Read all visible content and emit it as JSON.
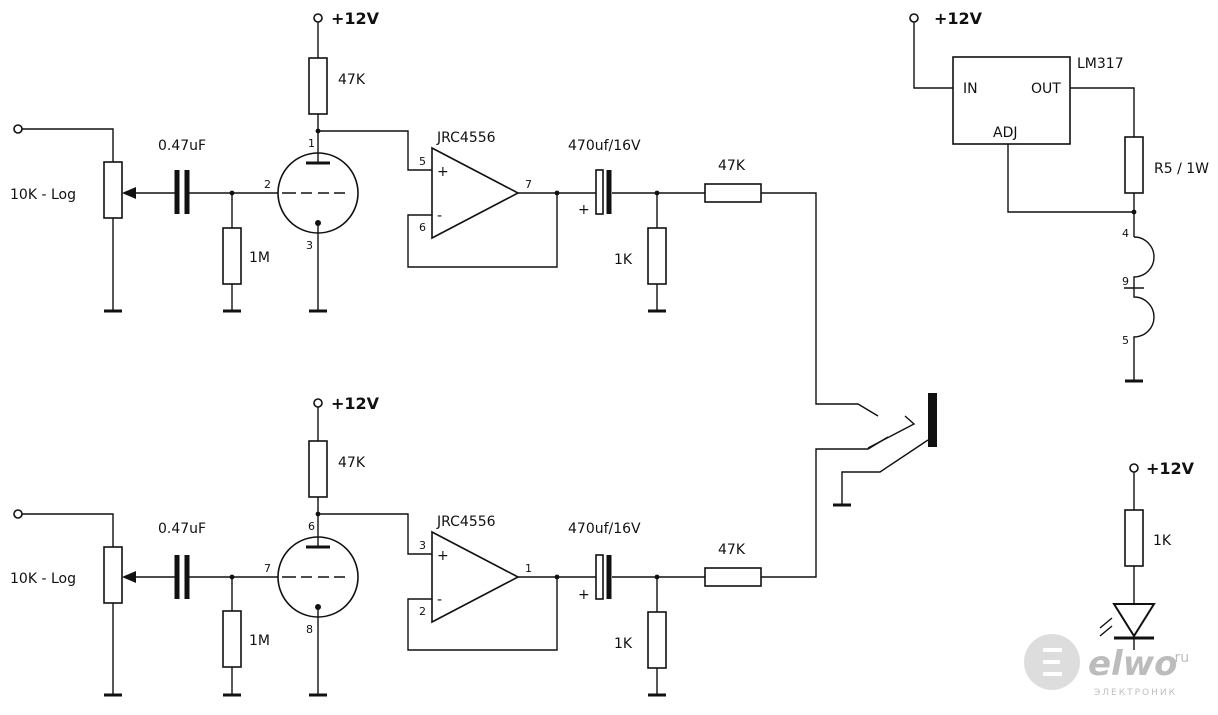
{
  "supply": {
    "label": "+12V"
  },
  "channels": [
    {
      "pot": "10K - Log",
      "coupling_cap": "0.47uF",
      "grid_resistor": "1M",
      "plate_resistor": "47K",
      "tube_pins": {
        "plate": "1",
        "grid": "2",
        "cathode": "3"
      },
      "opamp": {
        "name": "JRC4556",
        "pin_plus": "5",
        "pin_minus": "6",
        "pin_out": "7",
        "plus_sign": "+",
        "minus_sign": "-"
      },
      "output_cap": "470uf/16V",
      "output_cap_plus": "+",
      "load_resistor": "1K",
      "series_resistor": "47K"
    },
    {
      "pot": "10K - Log",
      "coupling_cap": "0.47uF",
      "grid_resistor": "1M",
      "plate_resistor": "47K",
      "tube_pins": {
        "plate": "6",
        "grid": "7",
        "cathode": "8"
      },
      "opamp": {
        "name": "JRC4556",
        "pin_plus": "3",
        "pin_minus": "2",
        "pin_out": "1",
        "plus_sign": "+",
        "minus_sign": "-"
      },
      "output_cap": "470uf/16V",
      "output_cap_plus": "+",
      "load_resistor": "1K",
      "series_resistor": "47K"
    }
  ],
  "regulator": {
    "name": "LM317",
    "pin_in": "IN",
    "pin_out": "OUT",
    "pin_adj": "ADJ",
    "resistor": "R5 / 1W",
    "heater_pins": [
      "4",
      "9",
      "5"
    ]
  },
  "led_branch": {
    "resistor": "1K"
  },
  "watermark": {
    "brand": "elwo",
    "suffix": ".ru",
    "subtitle": "ЭЛЕКТРОНИК"
  }
}
